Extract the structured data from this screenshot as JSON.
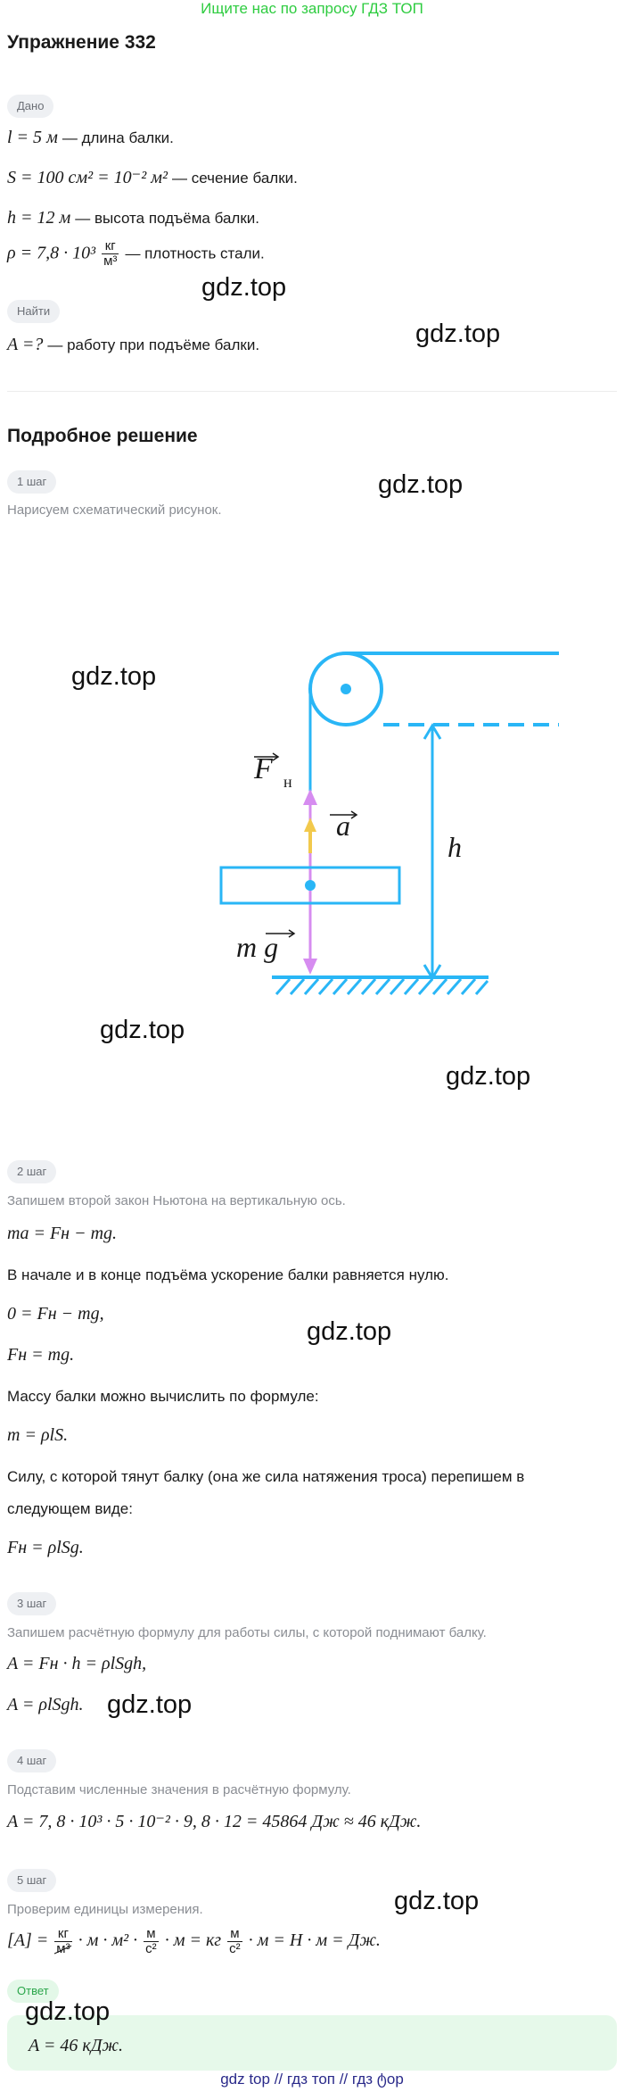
{
  "banner": "Ищите нас по запросу ГДЗ ТОП",
  "title": "Упражнение 332",
  "given_badge": "Дано",
  "given": [
    {
      "math": "l = 5",
      "unit": "м",
      "text": "— длина балки."
    },
    {
      "math": "S = 100",
      "unit": "см² = 10⁻² м²",
      "text": "— сечение балки."
    },
    {
      "math": "h = 12",
      "unit": "м",
      "text": "— высота подъёма балки."
    },
    {
      "math": "ρ = 7,8 · 10³",
      "unit_num": "кг",
      "unit_den": "м³",
      "text": "— плотность стали."
    }
  ],
  "find_badge": "Найти",
  "find": {
    "math": "A =?",
    "text": "— работу при подъёме балки."
  },
  "solution_title": "Подробное решение",
  "steps": [
    {
      "badge": "1 шаг",
      "caption": "Нарисуем схематический рисунок."
    },
    {
      "badge": "2 шаг",
      "caption": "Запишем второй закон Ньютона на вертикальную ось."
    },
    {
      "badge": "3 шаг",
      "caption": "Запишем расчётную формулу для работы силы, с которой поднимают балку."
    },
    {
      "badge": "4 шаг",
      "caption": "Подставим численные значения в расчётную формулу."
    },
    {
      "badge": "5 шаг",
      "caption": "Проверим единицы измерения."
    }
  ],
  "step2": {
    "eq1": "ma = Fн − mg.",
    "text1": "В начале и в конце подъёма ускорение балки равняется нулю.",
    "eq2": "0 = Fн − mg,",
    "eq3": "Fн = mg.",
    "text2": "Массу балки можно вычислить по формуле:",
    "eq4": "m = ρlS.",
    "text3a": "Силу, с которой тянут балку (она же сила натяжения троса) перепишем в",
    "text3b": "следующем виде:",
    "eq5": "Fн = ρlSg."
  },
  "step3": {
    "eq1": "A = Fн · h = ρlSgh,",
    "eq2": "A = ρlSgh."
  },
  "step4": {
    "eq": "A = 7, 8 · 10³ · 5 · 10⁻² · 9, 8 · 12 = 45864 Дж ≈ 46 кДж."
  },
  "step5": {
    "lhs": "[A] =",
    "k_num": "кг",
    "k_den": "м³",
    "mid1": "· м · м² ·",
    "a_num": "м",
    "a_den": "с²",
    "mid2": "· м = кг",
    "b_num": "м",
    "b_den": "с²",
    "rhs": "· м = Н · м = Дж."
  },
  "answer_badge": "Ответ",
  "answer": "A = 46 кДж.",
  "diagram": {
    "label_F": "F",
    "label_F_sub": "н",
    "label_a": "a",
    "label_h": "h",
    "label_mg": "m g"
  },
  "watermark": "gdz.top",
  "footer": "gdz top  //  гдз топ  //  гдз ტop",
  "colors": {
    "blue": "#29b6f6",
    "yellow": "#f2c94c",
    "violet": "#d68cf0",
    "green": "#2ecc40"
  }
}
